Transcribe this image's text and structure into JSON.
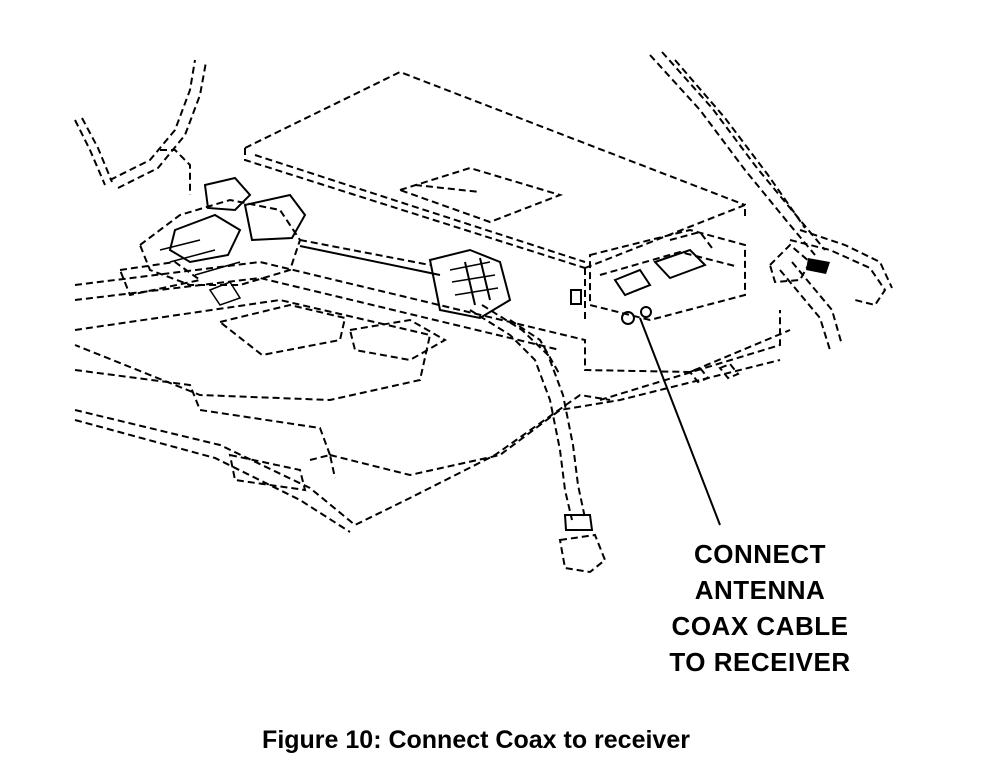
{
  "figure": {
    "callout_lines": [
      "CONNECT",
      "ANTENNA",
      "COAX CABLE",
      "TO RECEIVER"
    ],
    "caption": "Figure 10: Connect Coax to receiver"
  }
}
